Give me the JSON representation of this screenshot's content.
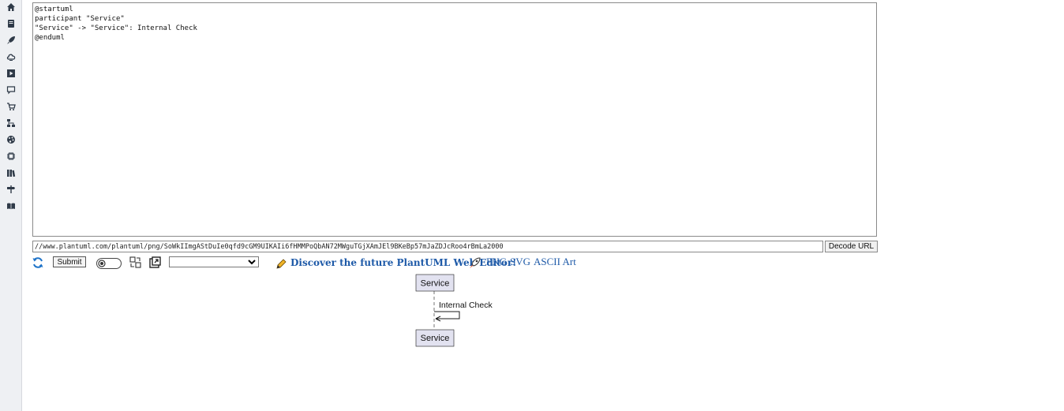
{
  "sidebar": {
    "items": [
      {
        "icon": "home-icon",
        "label": "Home"
      },
      {
        "icon": "book-icon",
        "label": "Documentation"
      },
      {
        "icon": "rocket-icon",
        "label": "Quick start"
      },
      {
        "icon": "cloud-icon",
        "label": "Server"
      },
      {
        "icon": "play-icon",
        "label": "Run"
      },
      {
        "icon": "chat-icon",
        "label": "Forum"
      },
      {
        "icon": "cart-icon",
        "label": "Shop"
      },
      {
        "icon": "sitemap-icon",
        "label": "Diagrams"
      },
      {
        "icon": "palette-icon",
        "label": "Themes"
      },
      {
        "icon": "chip-icon",
        "label": "Integrations"
      },
      {
        "icon": "library-icon",
        "label": "Library"
      },
      {
        "icon": "signpost-icon",
        "label": "Guide"
      },
      {
        "icon": "reader-icon",
        "label": "Reading"
      }
    ]
  },
  "editor": {
    "source": "@startuml\nparticipant \"Service\"\n\"Service\" -> \"Service\": Internal Check\n@enduml"
  },
  "url_bar": {
    "value": "//www.plantuml.com/plantuml/png/SoWkIImgAStDuIe0qfd9cGM9UIKAIi6fHMMPoQbAN72MWguTGjXAmJEl9BKeBp57mJaZDJcRoo4rBmLa2000",
    "decode_label": "Decode URL"
  },
  "toolbar": {
    "submit_label": "Submit",
    "select_value": "",
    "discover_text": "Discover the future PlantUML Web Editor!",
    "formats": [
      "PNG",
      "SVG",
      "ASCII Art"
    ]
  },
  "diagram": {
    "participant": "Service",
    "message": "Internal Check",
    "colors": {
      "participant_fill": "#e2e2f0",
      "participant_border": "#181818",
      "background": "#ffffff"
    }
  }
}
